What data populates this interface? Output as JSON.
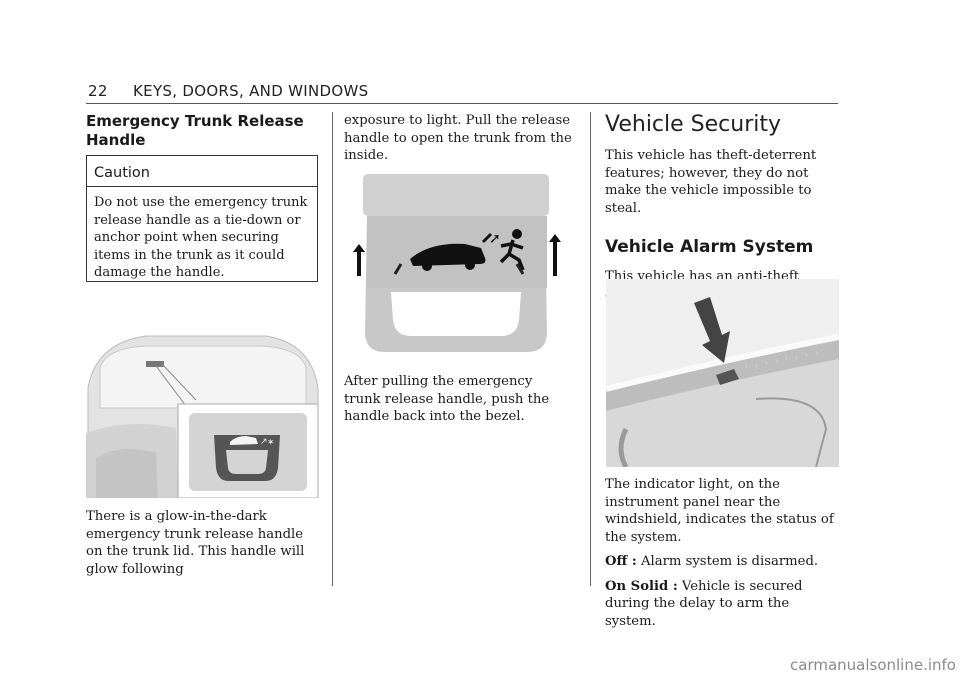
{
  "header": {
    "page_number": "22",
    "section": "KEYS, DOORS, AND WINDOWS"
  },
  "col1": {
    "heading": "Emergency Trunk Release Handle",
    "caution_title": "Caution",
    "caution_text": "Do not use the emergency trunk release handle as a tie-down or anchor point when securing items in the trunk as it could damage the handle.",
    "body": "There is a glow-in-the-dark emergency trunk release handle on the trunk lid. This handle will glow following"
  },
  "col2": {
    "continued": "exposure to light. Pull the release handle to open the trunk from the inside.",
    "after": "After pulling the emergency trunk release handle, push the handle back into the bezel."
  },
  "col3": {
    "title": "Vehicle Security",
    "security_text": "This vehicle has theft-deterrent features; however, they do not make the vehicle impossible to steal.",
    "alarm_heading": "Vehicle Alarm System",
    "alarm_text": "This vehicle has an anti-theft alarm system.",
    "indicator_text": "The indicator light, on the instrument panel near the windshield, indicates the status of the system.",
    "off_label": "Off :",
    "off_text": " Alarm system is disarmed.",
    "onsolid_label": "On Solid :",
    "onsolid_text": " Vehicle is secured during the delay to arm the system."
  },
  "watermark": "carmanualsonline.info"
}
